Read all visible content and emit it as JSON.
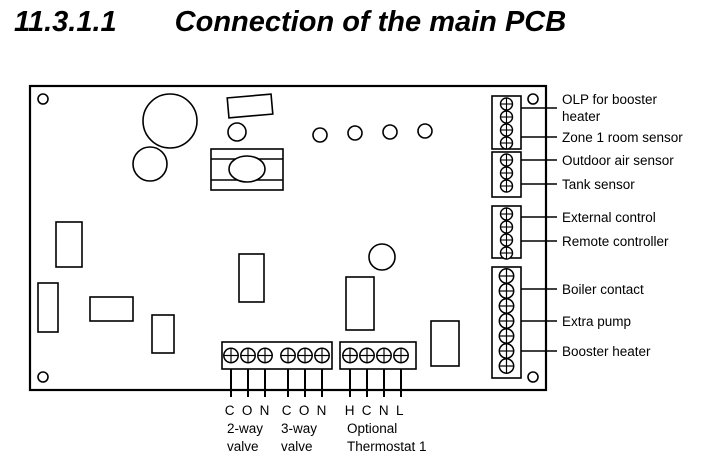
{
  "title": {
    "number": "11.3.1.1",
    "text": "Connection of the main PCB"
  },
  "colors": {
    "ink": "#000000",
    "background": "#ffffff"
  },
  "right_labels": {
    "olp_line1": "OLP for booster",
    "olp_line2": "heater",
    "zone1": "Zone 1 room sensor",
    "outdoor": "Outdoor air sensor",
    "tank": "Tank sensor",
    "external": "External control",
    "remote": "Remote controller",
    "boiler": "Boiler contact",
    "extra_pump": "Extra pump",
    "booster": "Booster heater"
  },
  "bottom_labels": {
    "valve2": {
      "terminals": "C O N",
      "name_line1": "2-way",
      "name_line2": "valve"
    },
    "valve3": {
      "terminals": "C O N",
      "name_line1": "3-way",
      "name_line2": "valve"
    },
    "thermostat": {
      "terminals": "H C N L",
      "name_line1": "Optional",
      "name_line2": "Thermostat 1"
    }
  }
}
